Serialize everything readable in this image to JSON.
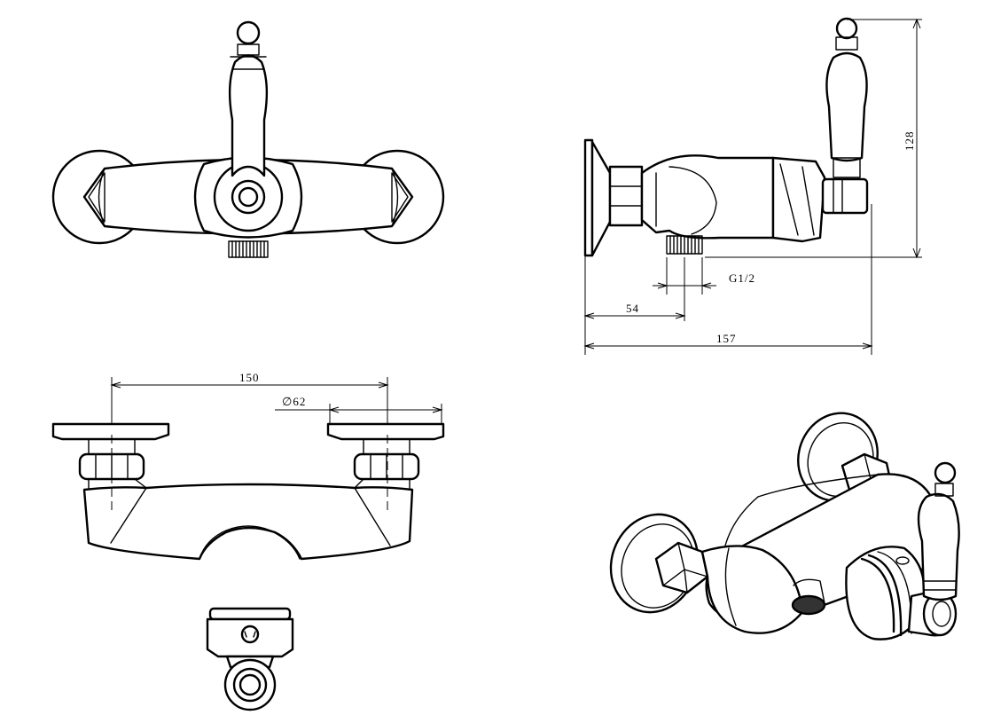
{
  "dimensions": {
    "height": "128",
    "thread": "G1/2",
    "outlet_offset": "54",
    "depth": "157",
    "centers": "150",
    "diameter": "∅62"
  }
}
